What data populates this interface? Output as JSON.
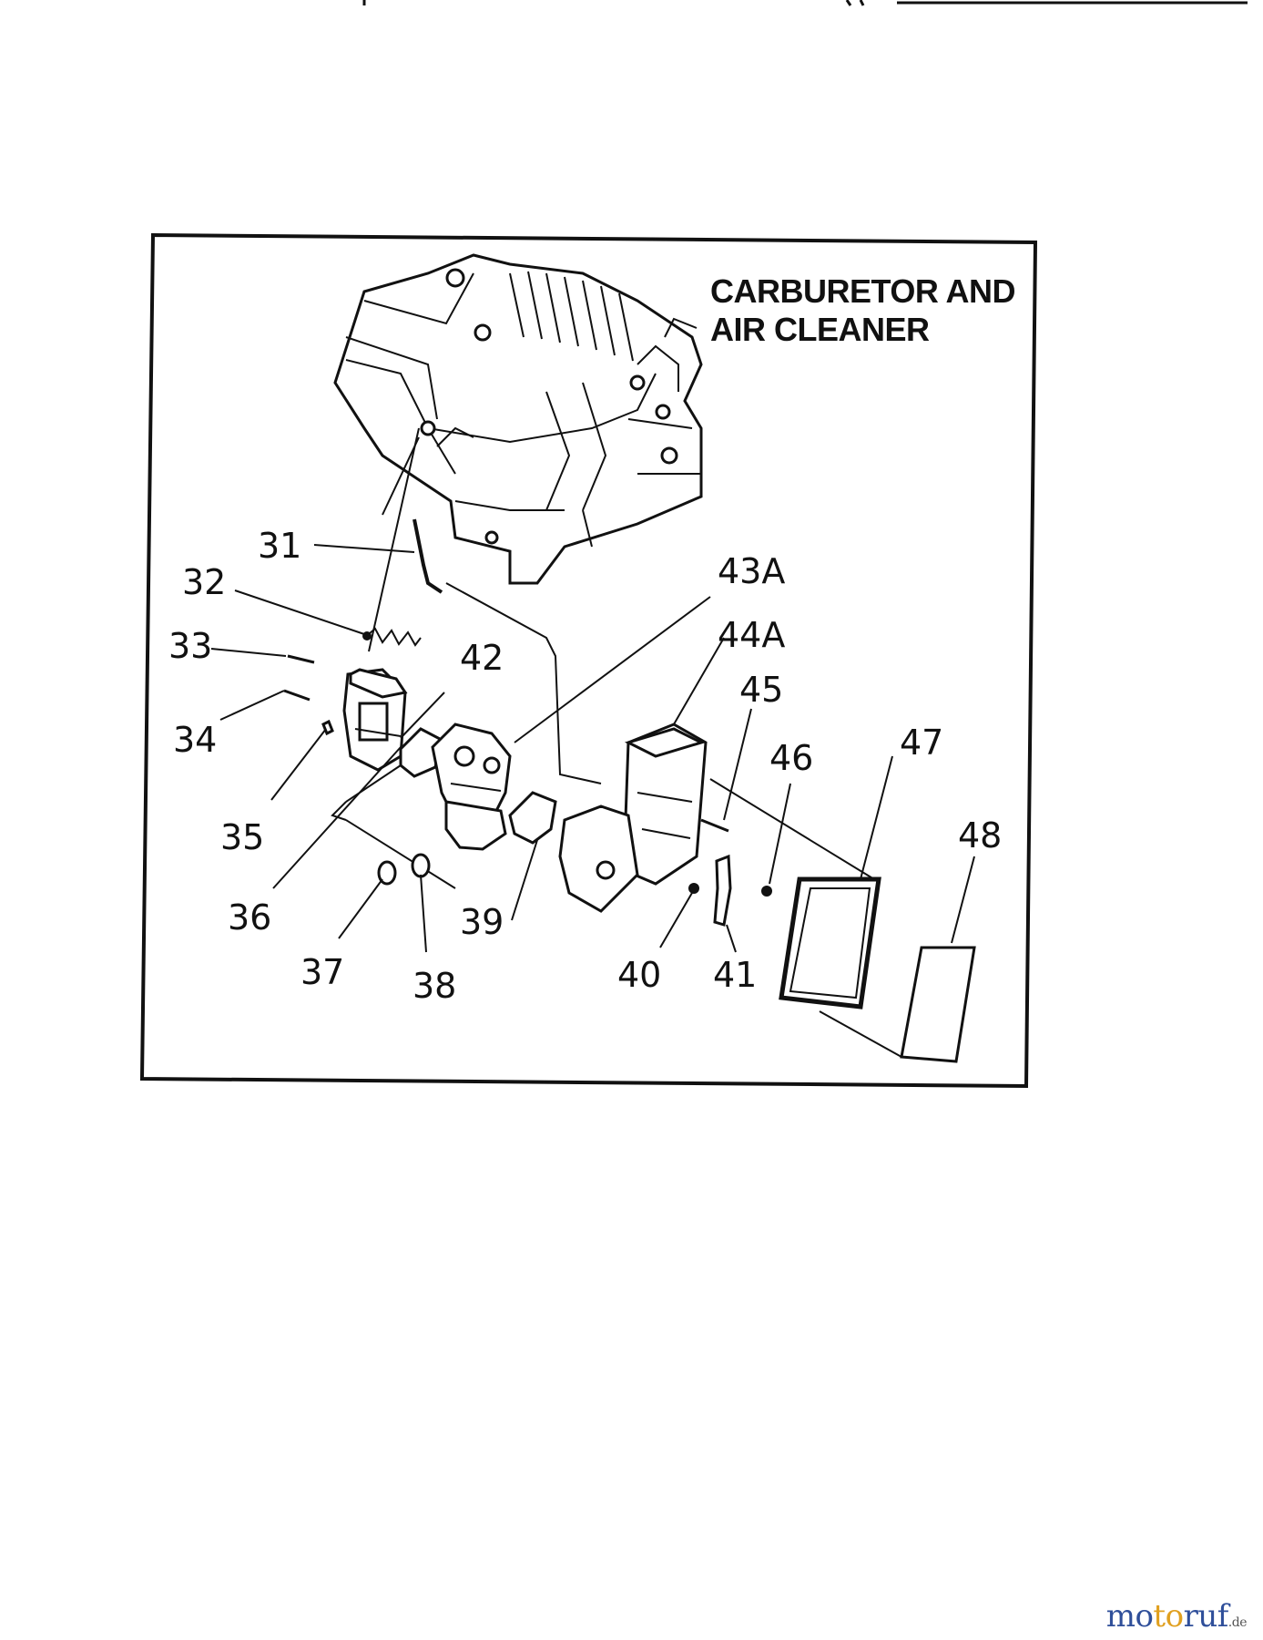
{
  "diagram": {
    "title_line1": "CARBURETOR AND",
    "title_line2": "AIR CLEANER",
    "part_labels": {
      "p31": "31",
      "p32": "32",
      "p33": "33",
      "p34": "34",
      "p35": "35",
      "p36": "36",
      "p37": "37",
      "p38": "38",
      "p39": "39",
      "p40": "40",
      "p41": "41",
      "p42": "42",
      "p43a": "43A",
      "p44a": "44A",
      "p45": "45",
      "p46": "46",
      "p47": "47",
      "p48": "48"
    }
  },
  "watermark": {
    "part1": "mo",
    "part2": "to",
    "part3": "ruf",
    "tld": ".de"
  },
  "colors": {
    "ink": "#111111",
    "brand_blue": "#2f4f9a",
    "brand_orange": "#e0a020"
  }
}
